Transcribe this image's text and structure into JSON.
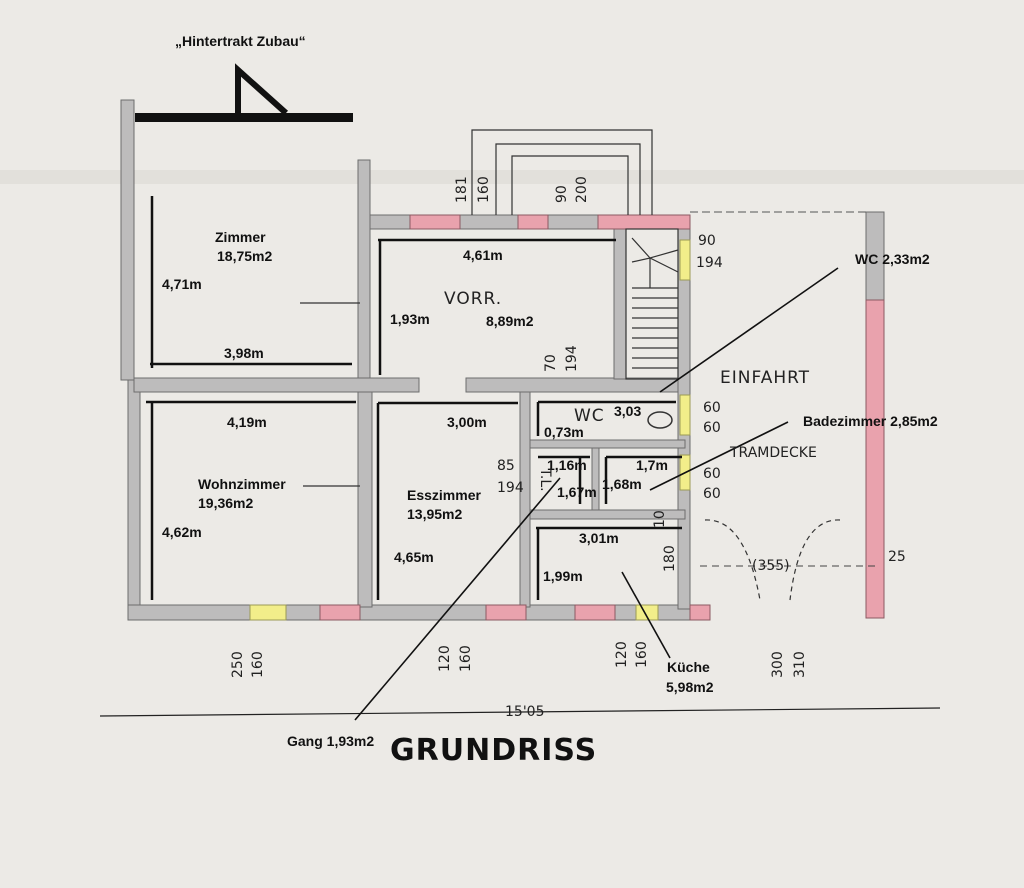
{
  "title": "GRUNDRISS",
  "annex_label": "„Hintertrakt Zubau“",
  "overall_dimension": "15'05",
  "rooms": [
    {
      "name": "Zimmer",
      "area": "18,75m2"
    },
    {
      "name": "VORR.",
      "area": "8,89m2"
    },
    {
      "name": "Wohnzimmer",
      "area": "19,36m2"
    },
    {
      "name": "Esszimmer",
      "area": "13,95m2"
    },
    {
      "name": "WC 2,33m2"
    },
    {
      "name": "Badezimmer 2,85m2"
    },
    {
      "name": "Küche",
      "area": "5,98m2"
    },
    {
      "name": "Gang 1,93m2"
    }
  ],
  "dimensions": {
    "zimmer_height": "4,71m",
    "zimmer_width": "3,98m",
    "vorr_width": "4,61m",
    "vorr_height": "1,93m",
    "wohn_width": "4,19m",
    "wohn_height": "4,62m",
    "ess_width": "3,00m",
    "ess_height": "4,65m",
    "wc_width": "3,03",
    "wc_height": "0,73m",
    "gang_width": "1,16m",
    "gang_height": "1,67m",
    "bad_width": "1,7m",
    "bad_height": "1,68m",
    "kueche_width": "3,01m",
    "kueche_height": "1,99m"
  },
  "handwritten": {
    "wc": "WC",
    "einfahrt": "EINFAHRT",
    "tramdecke": "TRAMDECKE",
    "span": "(355)",
    "d25": "25",
    "d60a": "60",
    "d60b": "60",
    "d60c": "60",
    "d60d": "60",
    "d85": "85",
    "d194a": "194",
    "d180": "180",
    "d10": "10",
    "d70": "70",
    "d194b": "194",
    "d90a": "90",
    "d194c": "194",
    "top_door_1": "181",
    "top_door_2": "160",
    "top_door_3": "90",
    "top_door_4": "200",
    "bottom_1a": "250",
    "bottom_1b": "160",
    "bottom_2a": "120",
    "bottom_2b": "160",
    "bottom_3a": "120",
    "bottom_3b": "160",
    "bottom_4a": "300",
    "bottom_4b": "310",
    "tl": "T.L."
  }
}
